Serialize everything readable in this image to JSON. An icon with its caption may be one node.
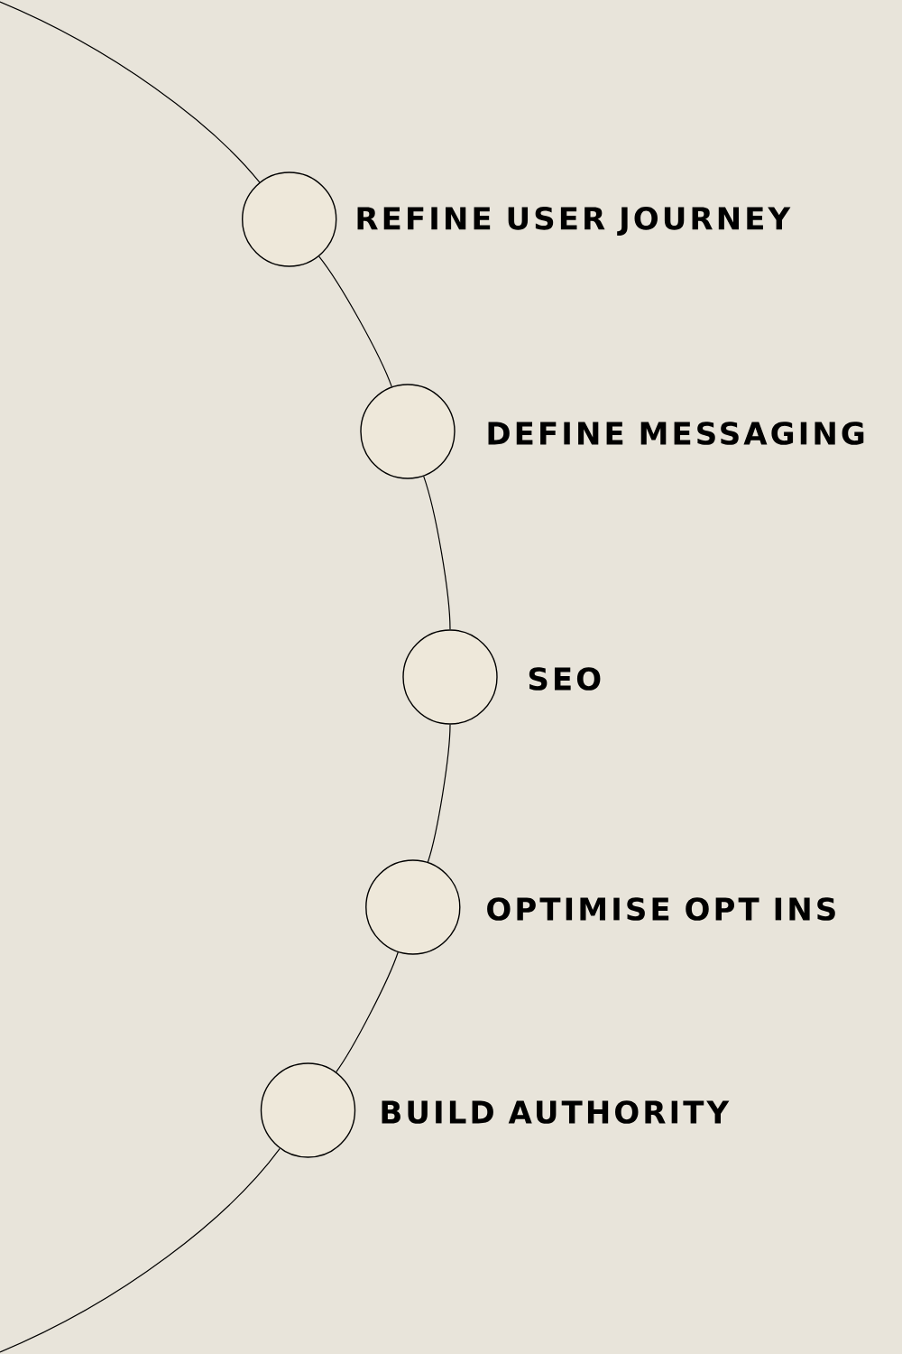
{
  "diagram": {
    "nodes": [
      {
        "text": [],
        "shape": "circle",
        "beside": [
          "REFINE USER JOURNEY"
        ]
      },
      {
        "text": [],
        "shape": "circle",
        "beside": [
          "DEFINE MESSAGING"
        ]
      },
      {
        "text": [],
        "shape": "circle",
        "beside": [
          "SEO"
        ]
      },
      {
        "text": [],
        "shape": "circle",
        "beside": [
          "OPTIMISE OPT INS"
        ]
      },
      {
        "text": [],
        "shape": "circle",
        "beside": [
          "BUILD AUTHORITY"
        ]
      }
    ],
    "edges": [
      {
        "from": null,
        "to": 0,
        "arrow": "none"
      },
      {
        "from": 0,
        "to": 1,
        "arrow": "none"
      },
      {
        "from": 1,
        "to": 2,
        "arrow": "none"
      },
      {
        "from": 2,
        "to": 3,
        "arrow": "none"
      },
      {
        "from": 3,
        "to": 4,
        "arrow": "none"
      },
      {
        "from": 4,
        "to": null,
        "arrow": "none"
      }
    ]
  }
}
